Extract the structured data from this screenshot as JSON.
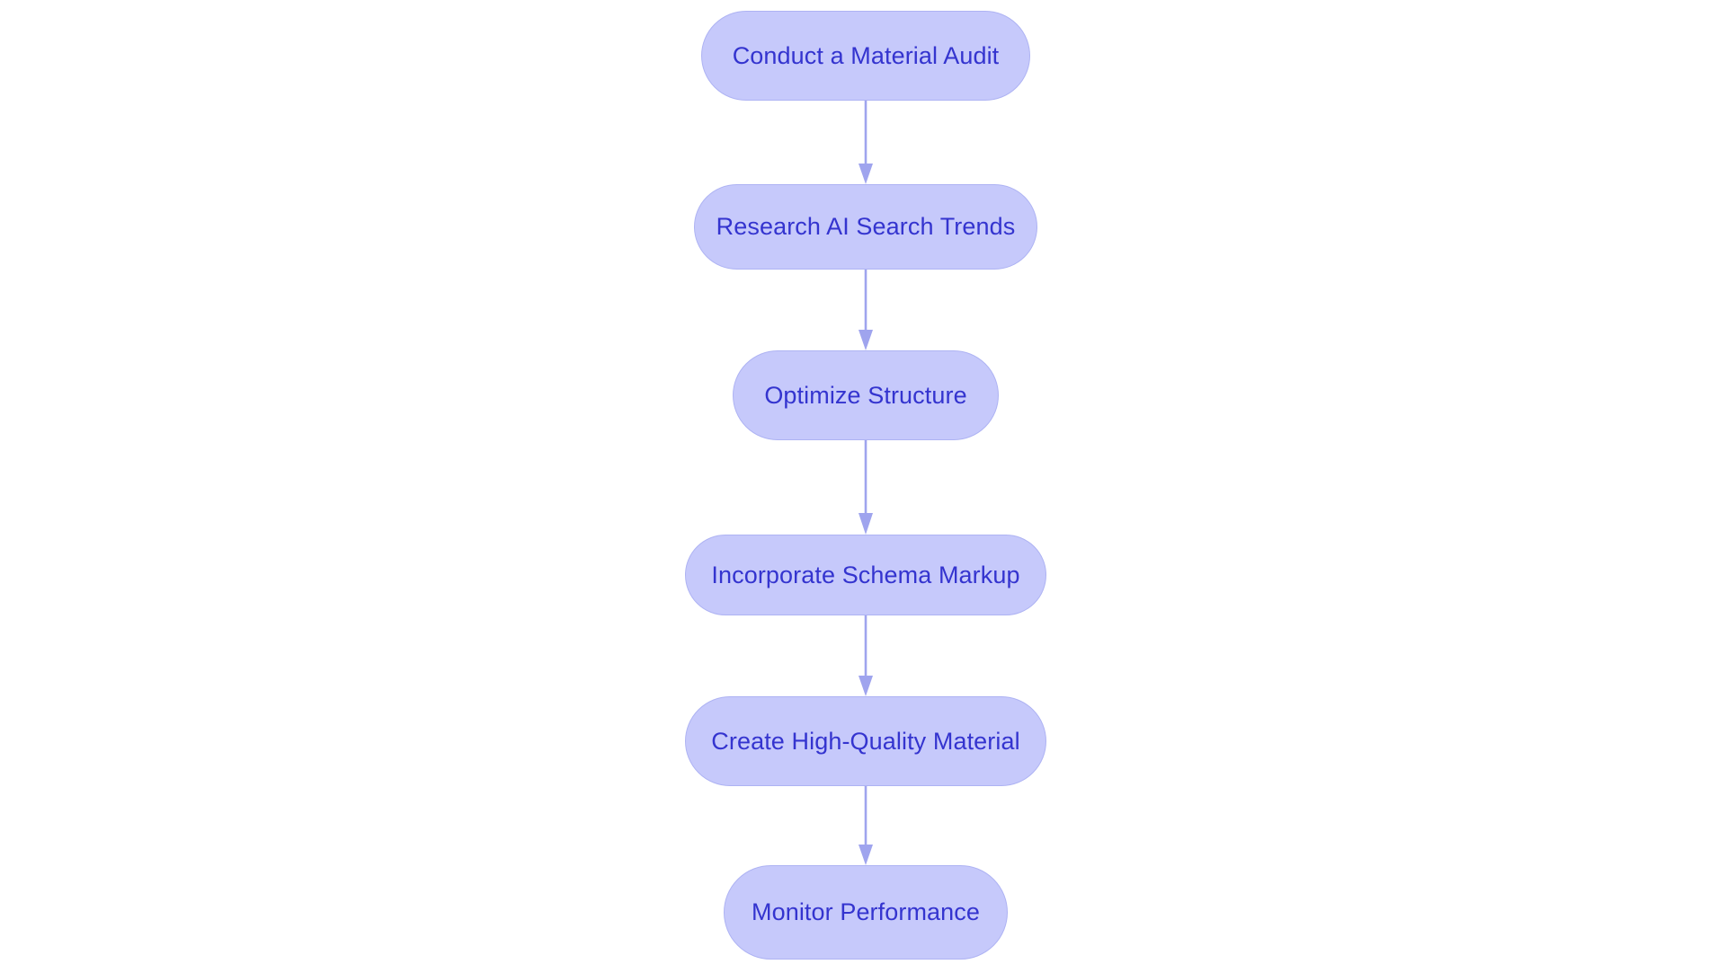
{
  "diagram": {
    "type": "flowchart",
    "orientation": "vertical-top-to-bottom",
    "title": "",
    "background_color": "#ffffff",
    "node_fill_color": "#c6c9fb",
    "node_border_color": "#aeb3f3",
    "node_text_color": "#3434cf",
    "connector_color": "#9fa4ee",
    "nodes": [
      {
        "id": "node-1",
        "label": "Conduct a Material Audit",
        "step": 1
      },
      {
        "id": "node-2",
        "label": "Research AI Search Trends",
        "step": 2
      },
      {
        "id": "node-3",
        "label": "Optimize Structure",
        "step": 3
      },
      {
        "id": "node-4",
        "label": "Incorporate Schema Markup",
        "step": 4
      },
      {
        "id": "node-5",
        "label": "Create High-Quality Material",
        "step": 5
      },
      {
        "id": "node-6",
        "label": "Monitor Performance",
        "step": 6
      }
    ],
    "edges": [
      {
        "id": "edge-1",
        "from": "node-1",
        "to": "node-2",
        "label": "",
        "arrow": "down"
      },
      {
        "id": "edge-2",
        "from": "node-2",
        "to": "node-3",
        "label": "",
        "arrow": "down"
      },
      {
        "id": "edge-3",
        "from": "node-3",
        "to": "node-4",
        "label": "",
        "arrow": "down"
      },
      {
        "id": "edge-4",
        "from": "node-4",
        "to": "node-5",
        "label": "",
        "arrow": "down"
      },
      {
        "id": "edge-5",
        "from": "node-5",
        "to": "node-6",
        "label": "",
        "arrow": "down"
      }
    ]
  }
}
